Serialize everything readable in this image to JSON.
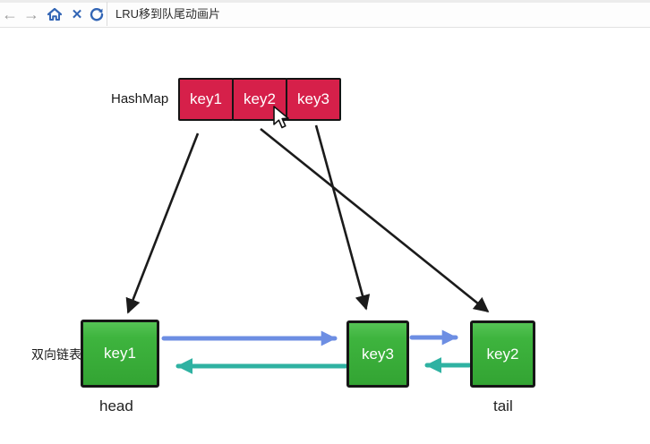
{
  "toolbar": {
    "title": "LRU移到队尾动画片",
    "back_glyph": "←",
    "forward_glyph": "→",
    "close_glyph": "✕"
  },
  "diagram": {
    "hashmap_label": "HashMap",
    "hashmap_keys": [
      "key1",
      "key2",
      "key3"
    ],
    "list_label": "双向链表",
    "nodes": [
      "key1",
      "key3",
      "key2"
    ],
    "head_label": "head",
    "tail_label": "tail"
  },
  "colors": {
    "red_box": "#d6204a",
    "green_box": "#3eb43e",
    "green_box_light": "#55c355",
    "arrow_black": "#1b1b1b",
    "arrow_blue": "#6d8ee3",
    "arrow_teal": "#2fb2a2",
    "icon_blue": "#3265b5",
    "icon_gray": "#9e9e9e"
  }
}
